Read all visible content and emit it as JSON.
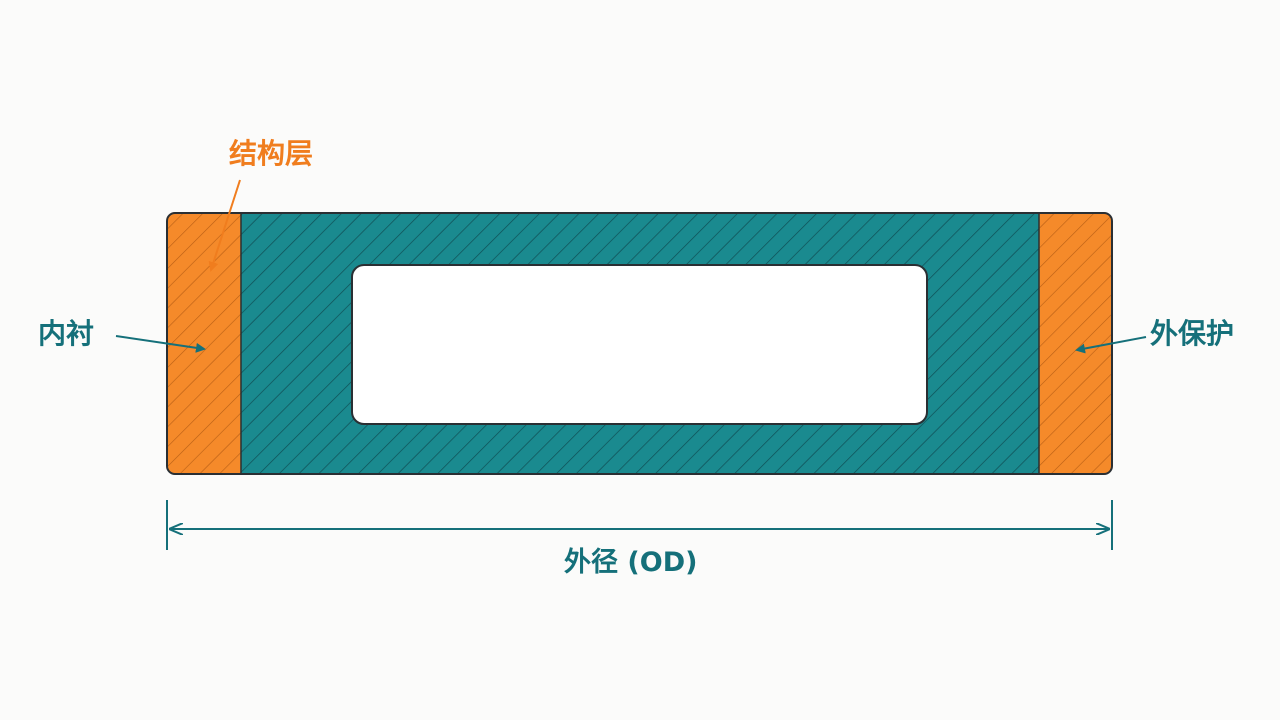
{
  "labels": {
    "structural_layer": "结构层",
    "inner_liner": "内衬",
    "outer_protection": "外保护",
    "outer_diameter": "外径 (OD)"
  },
  "colors": {
    "orange": "#f58a2a",
    "teal": "#1a8a8f",
    "label_teal": "#15707a",
    "label_orange": "#f07d1e",
    "outline": "#2a2f33",
    "background": "#fbfbfa"
  },
  "icons": {
    "dimension_arrow": "double-headed-arrow-icon",
    "callout_arrow": "arrow-icon"
  }
}
